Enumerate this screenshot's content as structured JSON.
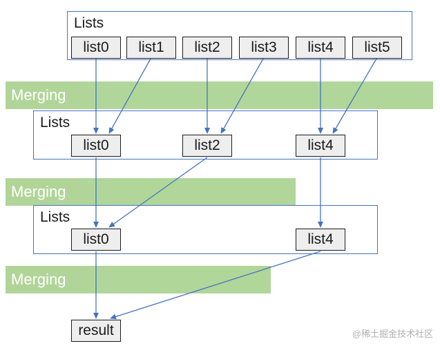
{
  "top_group": {
    "label": "Lists",
    "items": [
      "list0",
      "list1",
      "list2",
      "list3",
      "list4",
      "list5"
    ]
  },
  "merge_labels": [
    "Merging",
    "Merging",
    "Merging"
  ],
  "group1": {
    "label": "Lists",
    "items": [
      "list0",
      "list2",
      "list4"
    ]
  },
  "group2": {
    "label": "Lists",
    "items": [
      "list0",
      "list4"
    ]
  },
  "result": {
    "label": "result"
  },
  "watermark": "@稀土掘金技术社区",
  "colors": {
    "band": "#a9d18e",
    "arrow": "#4472c4",
    "border": "#4472c4",
    "node_fill": "#eeeeee"
  }
}
